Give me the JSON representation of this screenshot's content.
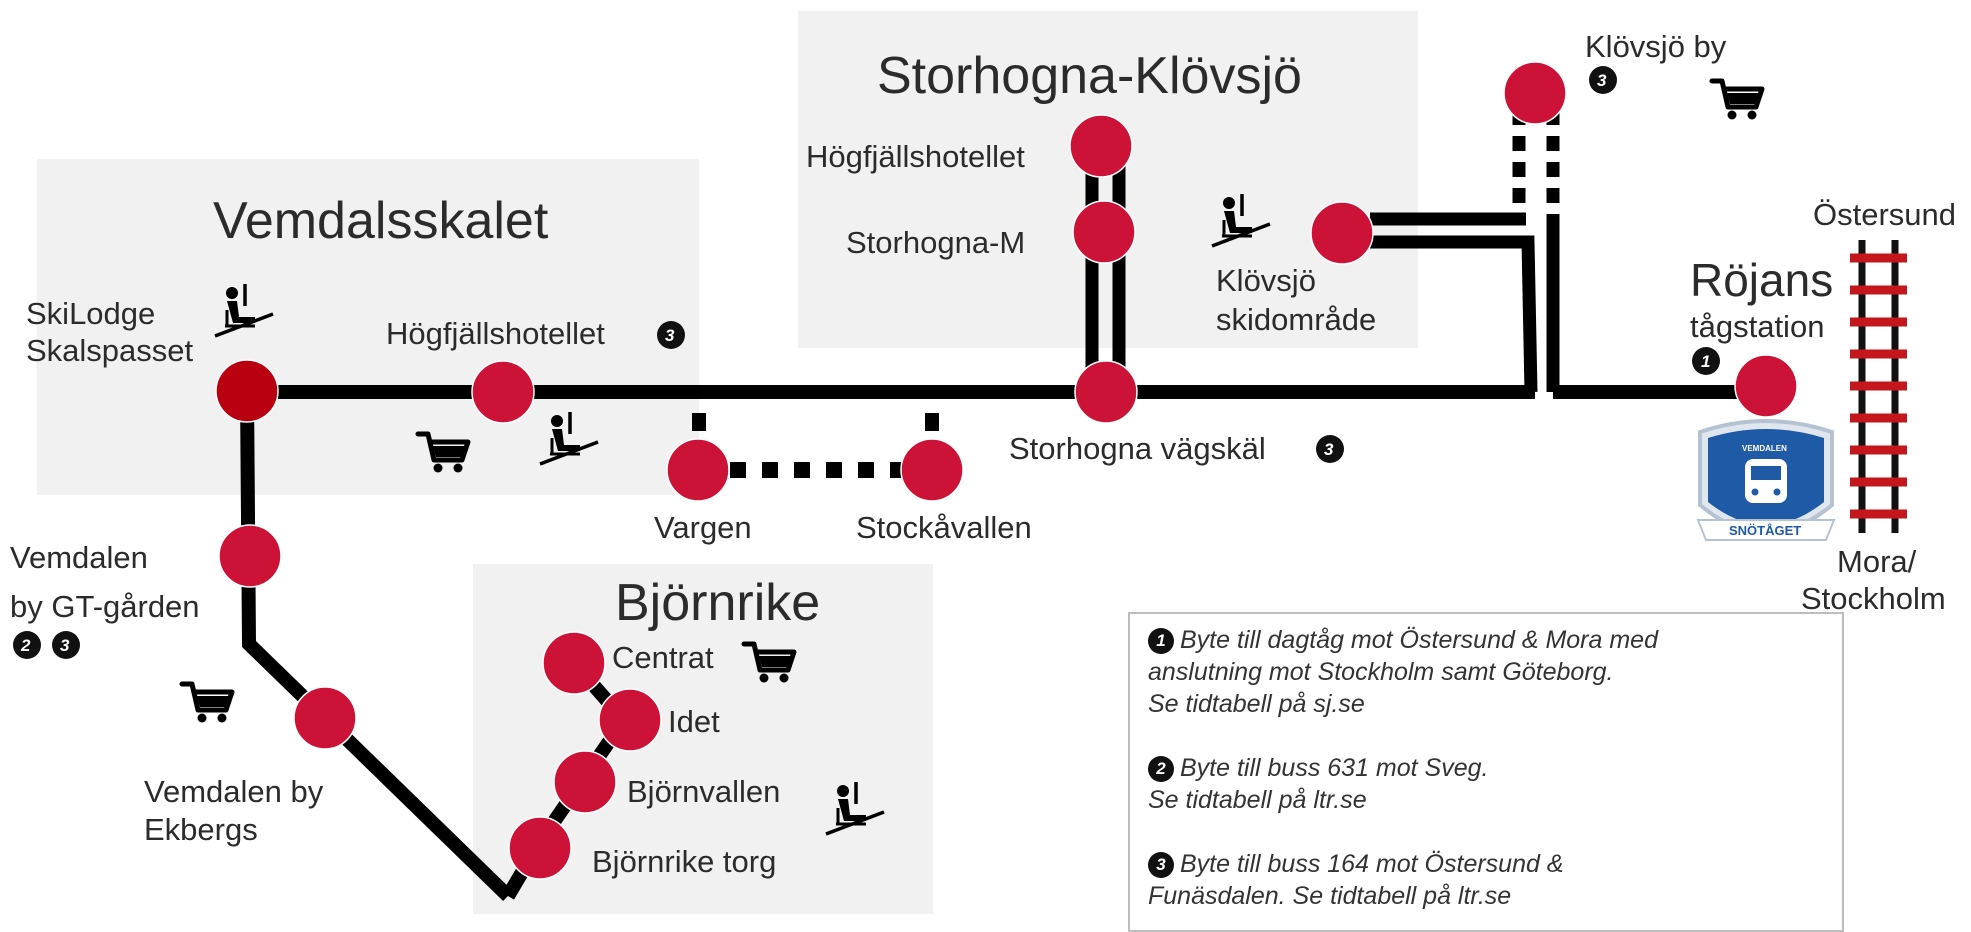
{
  "areas": {
    "vemdalsskalet": "Vemdalsskalet",
    "storhogna_klovsjo": "Storhogna-Klövsjö",
    "bjornrike": "Björnrike"
  },
  "stops": {
    "skilodge_1": "SkiLodge",
    "skilodge_2": "Skalspasset",
    "hogfjall_v": "Högfjällshotellet",
    "hogfjall_s": "Högfjällshotellet",
    "storhogna_m": "Storhogna-M",
    "klovsjo_ski_1": "Klövsjö",
    "klovsjo_ski_2": "skidområde",
    "klovsjo_by": "Klövsjö by",
    "storhogna_vagskal": "Storhogna vägskäl",
    "vargen": "Vargen",
    "stockavallen": "Stockåvallen",
    "rojans_1": "Röjans",
    "rojans_2": "tågstation",
    "ostersund": "Östersund",
    "mora_1": "Mora/",
    "mora_2": "Stockholm",
    "vemdalen_gt_1": "Vemdalen",
    "vemdalen_gt_2": "by GT-gården",
    "vemdalen_ek_1": "Vemdalen by",
    "vemdalen_ek_2": "Ekbergs",
    "centrat": "Centrat",
    "idet": "Idet",
    "bjornvallen": "Björnvallen",
    "bjornrike_torg": "Björnrike torg"
  },
  "badges": {
    "one": "1",
    "two": "2",
    "three": "3"
  },
  "logo": {
    "top": "VEMDALEN",
    "bottom": "SNÖTÅGET"
  },
  "legend": {
    "n1_line1": "Byte till dagtåg mot Östersund & Mora med",
    "n1_line2": "anslutning mot Stockholm samt Göteborg.",
    "n1_line3": "Se tidtabell på sj.se",
    "n2_line1": "Byte till buss 631 mot Sveg.",
    "n2_line2": "Se tidtabell på ltr.se",
    "n3_line1": "Byte till buss 164 mot Östersund &",
    "n3_line2": "Funäsdalen. Se tidtabell på ltr.se"
  },
  "colors": {
    "stop": "#cc1236",
    "stop_dark": "#b80010",
    "route": "#000000",
    "area_bg": "#f1f1f1",
    "rail": "#c4161c"
  },
  "icons": [
    "ski-lift-icon",
    "shopping-cart-icon",
    "train-logo-icon",
    "railway-track-icon"
  ]
}
